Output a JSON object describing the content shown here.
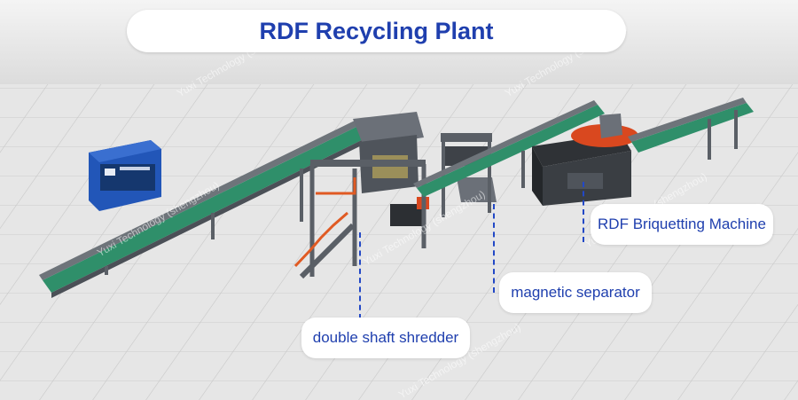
{
  "title": "RDF Recycling Plant",
  "labels": {
    "briquetting": "RDF Briquetting Machine",
    "magnetic": "magnetic separator",
    "shredder": "double shaft shredder"
  },
  "watermark": "Yuxi Technology (shengzhou)",
  "colors": {
    "accent_text": "#1f3fae",
    "leader_line": "#2248c6",
    "conveyor_belt": "#2f8f6a",
    "frame": "#5a5f66",
    "control_cabinet": "#1f4fb0"
  }
}
